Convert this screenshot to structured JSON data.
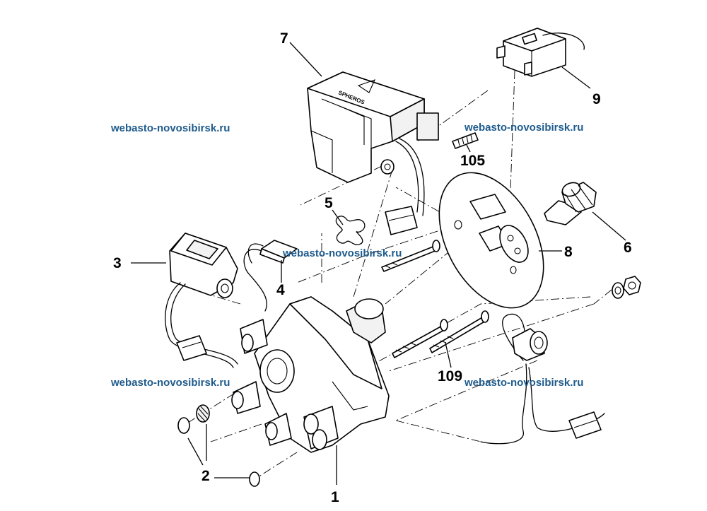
{
  "watermark": {
    "text": "webasto-novosibirsk.ru",
    "color": "#1f5b8c"
  },
  "callouts": {
    "c1": "1",
    "c2": "2",
    "c3": "3",
    "c4": "4",
    "c5": "5",
    "c6": "6",
    "c7": "7",
    "c8": "8",
    "c9": "9",
    "c105": "105",
    "c109": "109"
  },
  "parts": {
    "p1": "pump-housing",
    "p2": "o-ring-and-screen",
    "p3": "solenoid-valve",
    "p4": "heating-cartridge",
    "p5": "spring-clip",
    "p6": "nozzle",
    "p7": "control-unit",
    "p8": "gasket-plate",
    "p9": "ignition-coil",
    "p105": "screw",
    "p109": "long-bolts"
  }
}
